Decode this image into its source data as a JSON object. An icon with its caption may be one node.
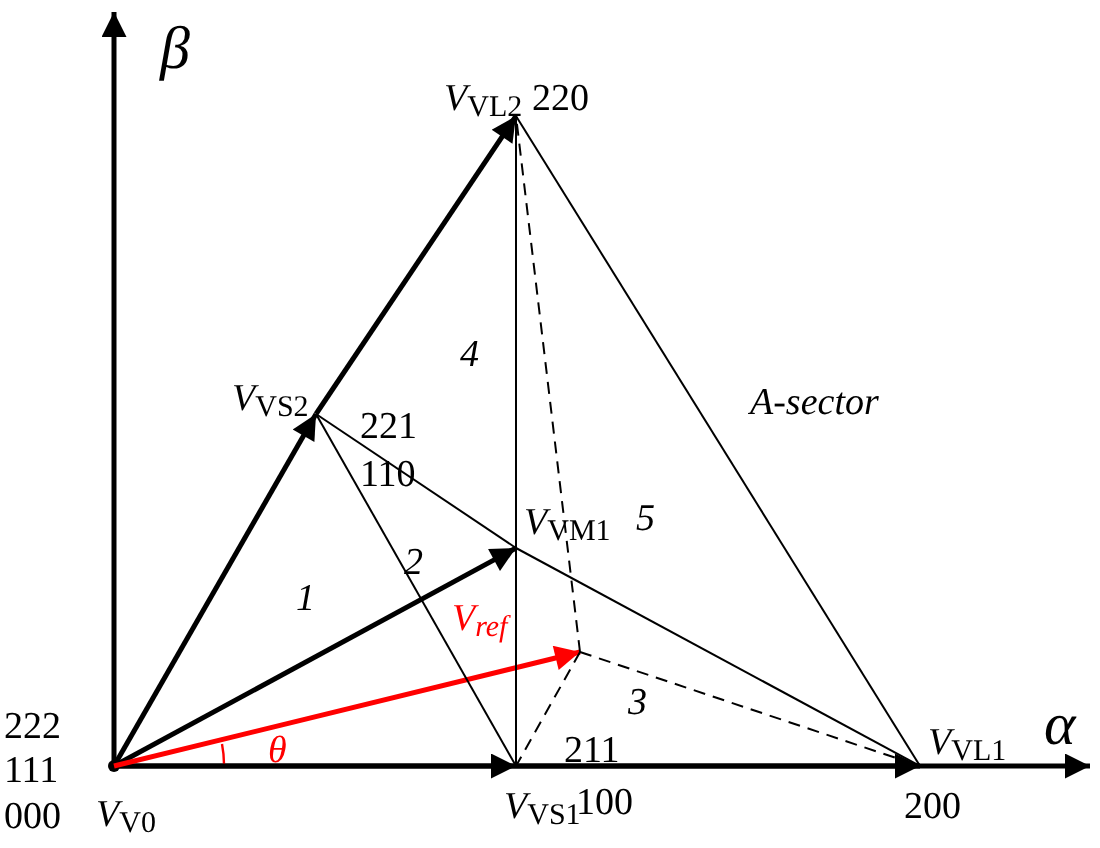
{
  "diagram": {
    "nodes": [
      {
        "text": [
          "*V*$_{V0}$"
        ],
        "beside": [
          "222",
          "111",
          "000"
        ]
      },
      {
        "text": [
          "*V*$_{VS1}$"
        ],
        "beside": [
          "100",
          "211"
        ]
      },
      {
        "text": [
          "*V*$_{VL1}$"
        ],
        "beside": [
          "200"
        ]
      },
      {
        "text": [
          "*V*$_{VS2}$"
        ],
        "beside": [
          "221",
          "110"
        ]
      },
      {
        "text": [
          "*V*$_{VM1}$"
        ]
      },
      {
        "text": [
          "*V*$_{VL2}$"
        ],
        "beside": [
          "220"
        ]
      },
      {
        "text": [
          "*V*$_{ref}$"
        ]
      }
    ],
    "edges": [
      {
        "from": 0,
        "to": 1,
        "arrow": "to",
        "style": "thick"
      },
      {
        "from": 1,
        "to": 2,
        "arrow": "to",
        "style": "thick"
      },
      {
        "from": 0,
        "to": 3,
        "arrow": "to",
        "style": "thick"
      },
      {
        "from": 3,
        "to": 5,
        "arrow": "to",
        "style": "thick"
      },
      {
        "from": 0,
        "to": 4,
        "arrow": "to",
        "style": "thick"
      },
      {
        "from": 0,
        "to": 6,
        "arrow": "to",
        "style": "thick",
        "color": "#ff0000"
      },
      {
        "from": 3,
        "to": 1,
        "arrow": "none"
      },
      {
        "from": 3,
        "to": 4,
        "arrow": "none"
      },
      {
        "from": 4,
        "to": 2,
        "arrow": "none"
      },
      {
        "from": 5,
        "to": 4,
        "arrow": "none"
      },
      {
        "from": 4,
        "to": 1,
        "arrow": "none"
      },
      {
        "from": 5,
        "to": 2,
        "arrow": "none"
      },
      {
        "from": 6,
        "to": 1,
        "arrow": "none",
        "style": "dashed"
      },
      {
        "from": 6,
        "to": 2,
        "arrow": "none",
        "style": "dashed"
      },
      {
        "from": 6,
        "to": 5,
        "arrow": "none",
        "style": "dashed"
      }
    ],
    "labels": [
      "β",
      "4",
      "A-sector",
      "5",
      "2",
      "1",
      "3",
      "θ",
      "α"
    ]
  }
}
